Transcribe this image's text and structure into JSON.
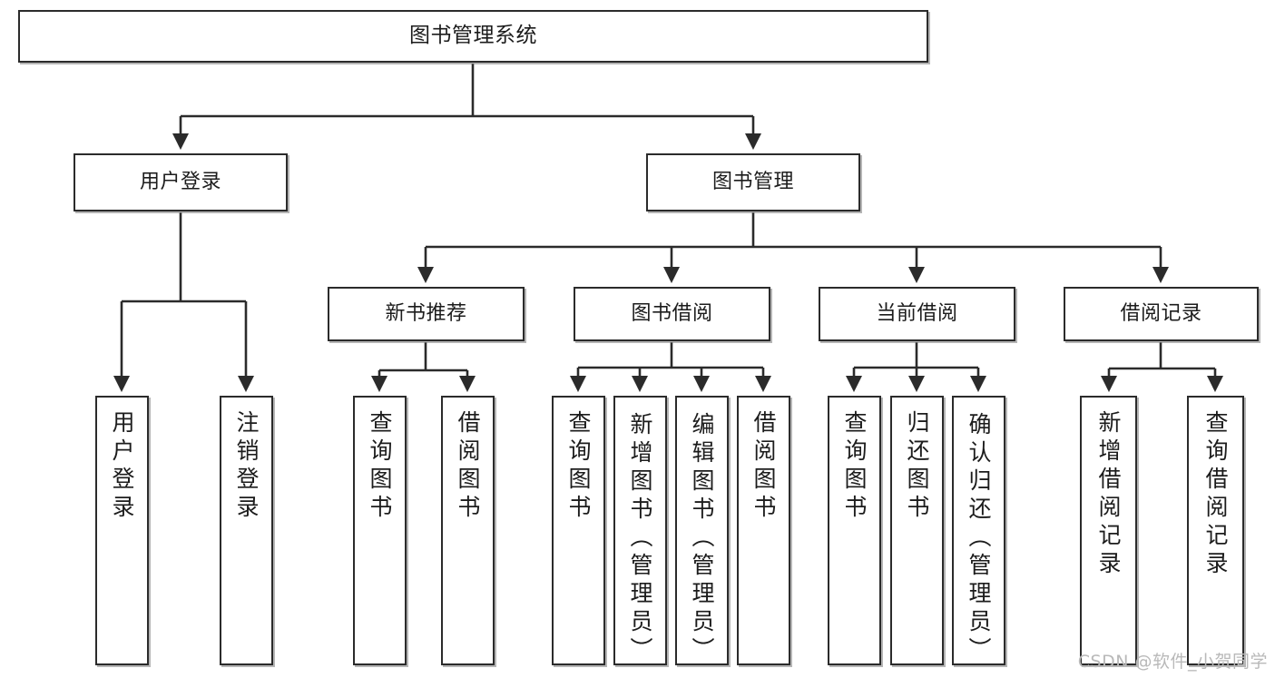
{
  "diagram": {
    "title": "图书管理系统",
    "type": "tree-hierarchy-chart",
    "accent_line_color": "#2b2b2b",
    "box_border_color": "#2b2b2b",
    "background_color": "#ffffff"
  },
  "nodes": {
    "root": {
      "label": "图书管理系统"
    },
    "level2": [
      {
        "label": "用户登录"
      },
      {
        "label": "图书管理"
      }
    ],
    "level3": [
      {
        "label": "新书推荐"
      },
      {
        "label": "图书借阅"
      },
      {
        "label": "当前借阅"
      },
      {
        "label": "借阅记录"
      }
    ],
    "leaves": {
      "user_login": [
        {
          "label": "用户登录"
        },
        {
          "label": "注销登录"
        }
      ],
      "new_book_recommend": [
        {
          "label": "查询图书"
        },
        {
          "label": "借阅图书"
        }
      ],
      "book_borrow": [
        {
          "label": "查询图书"
        },
        {
          "label": "新增图书（管理员）"
        },
        {
          "label": "编辑图书（管理员）"
        },
        {
          "label": "借阅图书"
        }
      ],
      "current_borrow": [
        {
          "label": "查询图书"
        },
        {
          "label": "归还图书"
        },
        {
          "label": "确认归还（管理员）"
        }
      ],
      "borrow_record": [
        {
          "label": "新增借阅记录"
        },
        {
          "label": "查询借阅记录"
        }
      ]
    }
  },
  "watermark": {
    "text": "CSDN @软件_小贺同学"
  }
}
